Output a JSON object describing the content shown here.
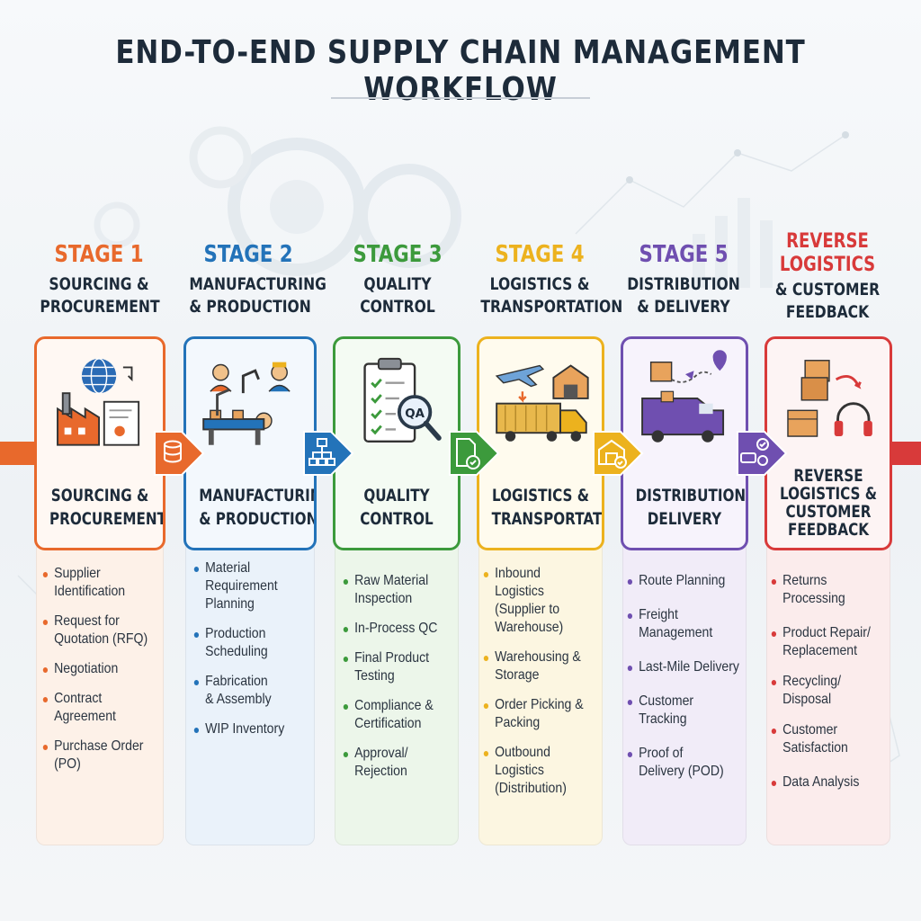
{
  "title": "END-TO-END SUPPLY CHAIN MANAGEMENT WORKFLOW",
  "stages": [
    {
      "label": "STAGE 1",
      "name_lines": [
        "SOURCING &",
        "PROCUREMENT"
      ],
      "card_lines": [
        "SOURCING &",
        "PROCUREMENT"
      ],
      "color": "#e8692c",
      "icon": "factory-document-icon",
      "items": [
        "Supplier Identification",
        "Request for Quotation (RFQ)",
        "Negotiation",
        "Contract Agreement",
        "Purchase Order (PO)"
      ]
    },
    {
      "label": "STAGE 2",
      "name_lines": [
        "MANUFACTURING",
        "& PRODUCTION"
      ],
      "card_lines": [
        "MANUFACTURING",
        "& PRODUCTION"
      ],
      "color": "#2373b9",
      "icon": "assembly-line-icon",
      "items": [
        "Material Requirement Planning",
        "Production Scheduling",
        "Fabrication & Assembly",
        "WIP Inventory"
      ]
    },
    {
      "label": "STAGE 3",
      "name_lines": [
        "QUALITY",
        "CONTROL"
      ],
      "card_lines": [
        "QUALITY",
        "CONTROL"
      ],
      "color": "#3c9a3c",
      "icon": "qa-checklist-icon",
      "items": [
        "Raw Material Inspection",
        "In-Process QC",
        "Final Product Testing",
        "Compliance & Certification",
        "Approval/ Rejection"
      ]
    },
    {
      "label": "STAGE 4",
      "name_lines": [
        "LOGISTICS &",
        "TRANSPORTATION"
      ],
      "card_lines": [
        "LOGISTICS &",
        "TRANSPORTATION"
      ],
      "color": "#ecb21e",
      "icon": "truck-plane-warehouse-icon",
      "items": [
        "Inbound Logistics (Supplier to Warehouse)",
        "Warehousing & Storage",
        "Order Picking & Packing",
        "Outbound Logistics (Distribution)"
      ]
    },
    {
      "label": "STAGE 5",
      "name_lines": [
        "DISTRIBUTION",
        "& DELIVERY"
      ],
      "card_lines": [
        "DISTRIBUTION &",
        "DELIVERY"
      ],
      "color": "#6f4fb0",
      "icon": "delivery-van-icon",
      "items": [
        "Route Planning",
        "Freight Management",
        "Last-Mile Delivery",
        "Customer Tracking",
        "Proof of Delivery (POD)"
      ]
    },
    {
      "label_lines": [
        "REVERSE",
        "LOGISTICS"
      ],
      "name_lines": [
        "& CUSTOMER",
        "FEEDBACK"
      ],
      "card_lines": [
        "REVERSE",
        "LOGISTICS &",
        "CUSTOMER",
        "FEEDBACK"
      ],
      "color": "#d83a3a",
      "icon": "returns-headset-icon",
      "items": [
        "Returns Processing",
        "Product Repair/ Replacement",
        "Recycling/ Disposal",
        "Customer Satisfaction",
        "Data Analysis"
      ]
    }
  ],
  "connectors": [
    {
      "icon": "database-stack-icon",
      "color": "#e8692c"
    },
    {
      "icon": "org-chart-icon",
      "color": "#2373b9"
    },
    {
      "icon": "document-check-icon",
      "color": "#3c9a3c"
    },
    {
      "icon": "warehouse-check-icon",
      "color": "#ecb21e"
    },
    {
      "icon": "chat-check-icon",
      "color": "#6f4fb0"
    }
  ],
  "card_qa_text": "QA"
}
